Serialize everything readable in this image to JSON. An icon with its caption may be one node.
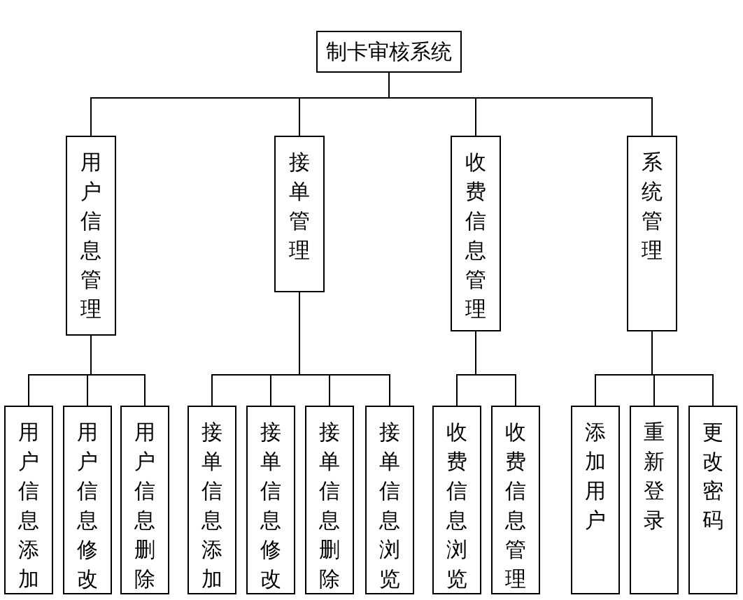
{
  "diagram": {
    "nodes": [
      {
        "text": [
          "制卡审核系统"
        ]
      },
      {
        "text": [
          "用户信息管理"
        ]
      },
      {
        "text": [
          "接单管理"
        ]
      },
      {
        "text": [
          "收费信息管理"
        ]
      },
      {
        "text": [
          "系统管理"
        ]
      },
      {
        "text": [
          "用户信息添加"
        ]
      },
      {
        "text": [
          "用户信息修改"
        ]
      },
      {
        "text": [
          "用户信息删除"
        ]
      },
      {
        "text": [
          "接单信息添加"
        ]
      },
      {
        "text": [
          "接单信息修改"
        ]
      },
      {
        "text": [
          "接单信息删除"
        ]
      },
      {
        "text": [
          "接单信息浏览"
        ]
      },
      {
        "text": [
          "收费信息浏览"
        ]
      },
      {
        "text": [
          "收费信息管理"
        ]
      },
      {
        "text": [
          "添加用户"
        ]
      },
      {
        "text": [
          "重新登录"
        ]
      },
      {
        "text": [
          "更改密码"
        ]
      }
    ],
    "edges": [
      {
        "from": 0,
        "to": 1,
        "arrow": "none"
      },
      {
        "from": 0,
        "to": 2,
        "arrow": "none"
      },
      {
        "from": 0,
        "to": 3,
        "arrow": "none"
      },
      {
        "from": 0,
        "to": 4,
        "arrow": "none"
      },
      {
        "from": 1,
        "to": 5,
        "arrow": "none"
      },
      {
        "from": 1,
        "to": 6,
        "arrow": "none"
      },
      {
        "from": 1,
        "to": 7,
        "arrow": "none"
      },
      {
        "from": 2,
        "to": 8,
        "arrow": "none"
      },
      {
        "from": 2,
        "to": 9,
        "arrow": "none"
      },
      {
        "from": 2,
        "to": 10,
        "arrow": "none"
      },
      {
        "from": 2,
        "to": 11,
        "arrow": "none"
      },
      {
        "from": 3,
        "to": 12,
        "arrow": "none"
      },
      {
        "from": 3,
        "to": 13,
        "arrow": "none"
      },
      {
        "from": 4,
        "to": 14,
        "arrow": "none"
      },
      {
        "from": 4,
        "to": 15,
        "arrow": "none"
      },
      {
        "from": 4,
        "to": 16,
        "arrow": "none"
      }
    ]
  }
}
